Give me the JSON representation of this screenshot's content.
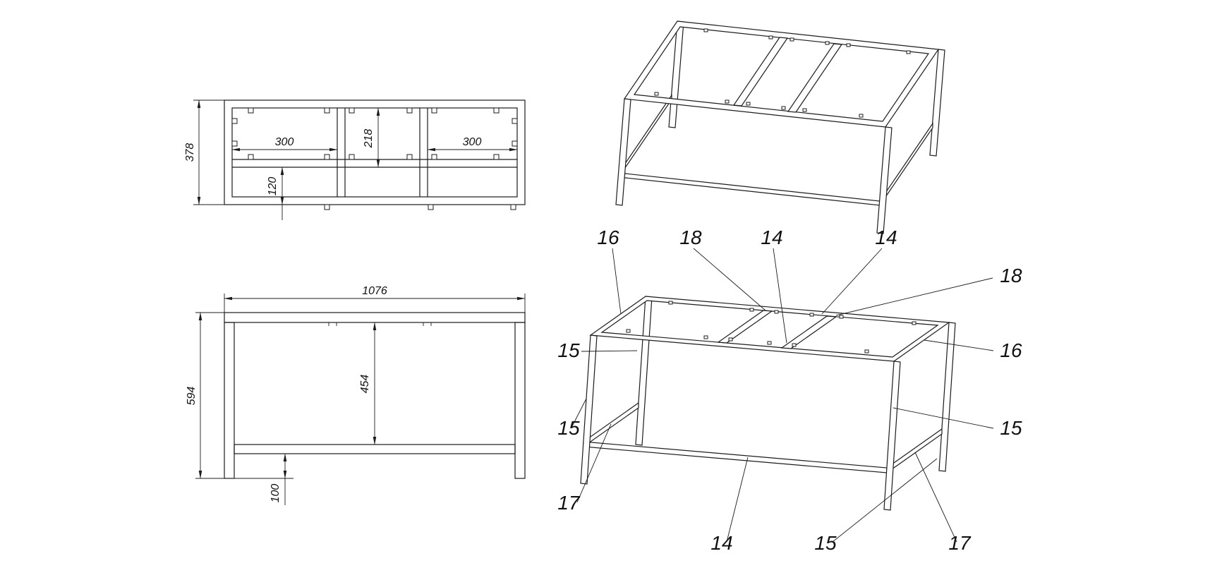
{
  "plan_view": {
    "depth": "378",
    "left_bay": "300",
    "inner_depth": "218",
    "right_bay": "300",
    "stretcher_offset": "120"
  },
  "front_view": {
    "width": "1076",
    "height": "594",
    "inner_height": "454",
    "stretcher_height": "100"
  },
  "annotated_view": {
    "callouts": [
      {
        "label": "16"
      },
      {
        "label": "18"
      },
      {
        "label": "14"
      },
      {
        "label": "14"
      },
      {
        "label": "18"
      },
      {
        "label": "16"
      },
      {
        "label": "15"
      },
      {
        "label": "15"
      },
      {
        "label": "15"
      },
      {
        "label": "17"
      },
      {
        "label": "14"
      },
      {
        "label": "15"
      },
      {
        "label": "17"
      }
    ]
  }
}
